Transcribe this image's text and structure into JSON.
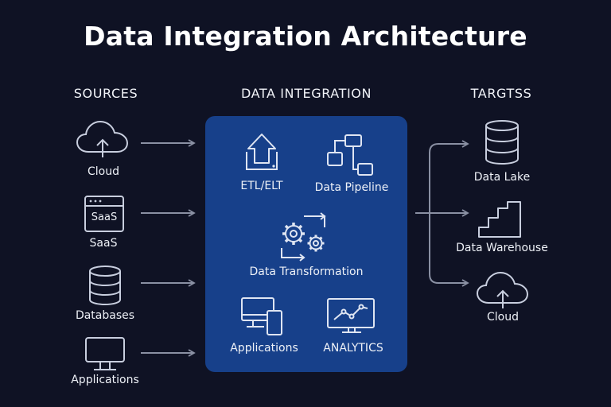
{
  "title": "Data Integration Architecture",
  "columns": {
    "sources": "SOURCES",
    "integration": "DATA INTEGRATION",
    "targets": "TARGTSS"
  },
  "sources": {
    "cloud": "Cloud",
    "saas": "SaaS",
    "saas_icon_text": "SaaS",
    "databases": "Databases",
    "applications": "Applications"
  },
  "integration": {
    "etl": "ETL/ELT",
    "pipeline": "Data Pipeline",
    "transformation": "Data Transformation",
    "applications": "Applications",
    "analytics": "ANALYTICS"
  },
  "targets": {
    "lake": "Data Lake",
    "warehouse": "Data Warehouse",
    "cloud": "Cloud"
  },
  "colors": {
    "background": "#0f1224",
    "panel": "#17408a",
    "stroke": "#c8cede",
    "connector": "#8a90a3"
  }
}
